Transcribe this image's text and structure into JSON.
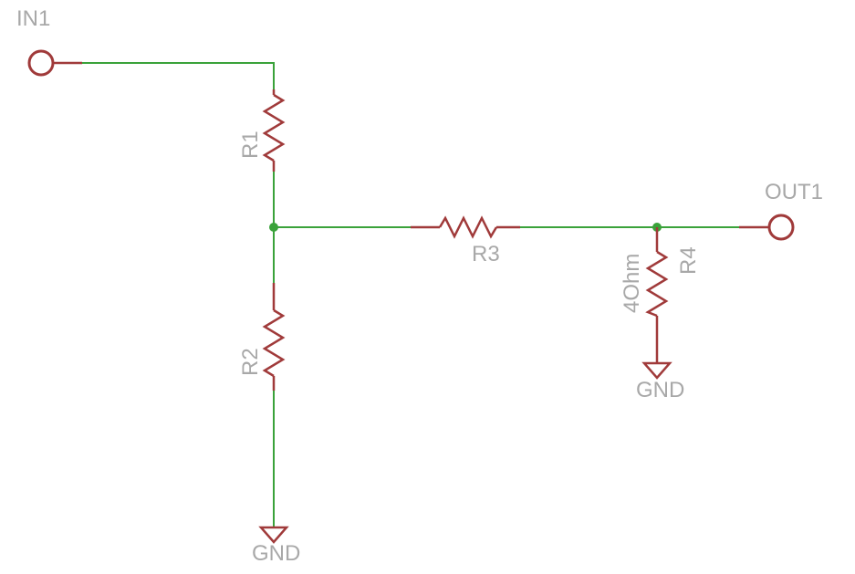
{
  "components": {
    "in1": {
      "name": "IN1"
    },
    "out1": {
      "name": "OUT1"
    },
    "r1": {
      "name": "R1"
    },
    "r2": {
      "name": "R2"
    },
    "r3": {
      "name": "R3"
    },
    "r4": {
      "name": "R4",
      "value": "4Ohm"
    },
    "gnd_left": {
      "name": "GND"
    },
    "gnd_right": {
      "name": "GND"
    }
  },
  "colors": {
    "wire": "#3aa23a",
    "part": "#a03a3a",
    "label": "#a8a8a8",
    "background": "#ffffff"
  }
}
